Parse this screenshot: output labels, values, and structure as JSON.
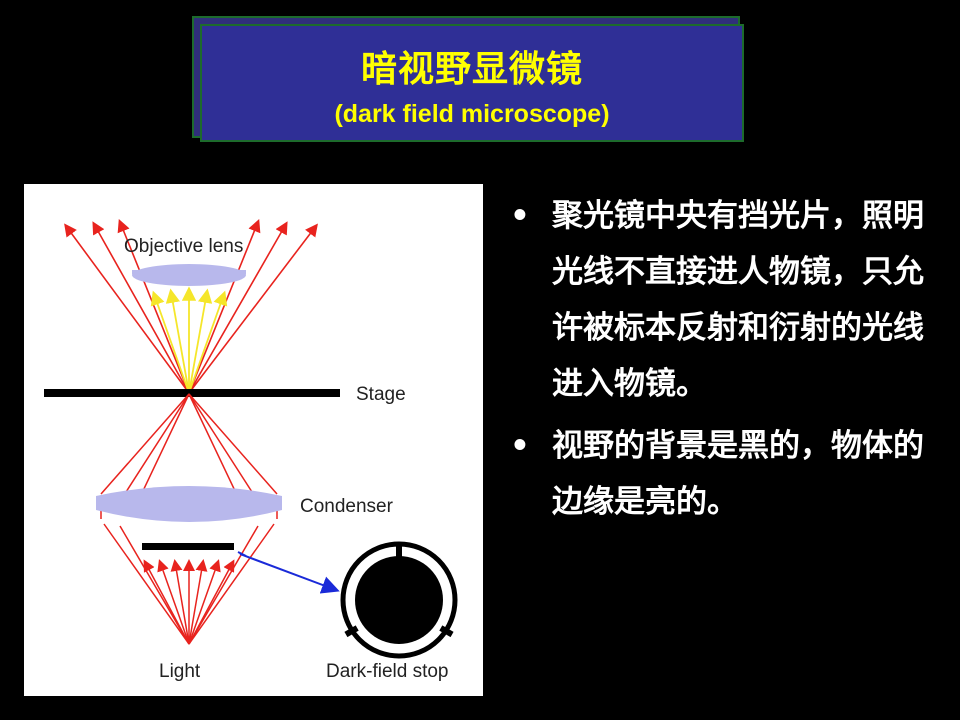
{
  "title": {
    "main": "暗视野显微镜",
    "subtitle": "(dark field microscope)"
  },
  "diagram": {
    "labels": {
      "objective": "Objective lens",
      "stage": "Stage",
      "condenser": "Condenser",
      "light": "Light",
      "stop": "Dark-field stop"
    },
    "colors": {
      "rays": "#e8231e",
      "yellow_rays": "#f5e62a",
      "lens": "#b8b8ec",
      "pointer": "#1a2ad8"
    }
  },
  "bullets": [
    {
      "marker": "•",
      "text": "聚光镜中央有挡光片，照明光线不直接进人物镜，只允许被标本反射和衍射的光线进入物镜。"
    },
    {
      "marker": "•",
      "text": "视野的背景是黑的，物体的边缘是亮的。"
    }
  ],
  "colors": {
    "background": "#000000",
    "title_bg": "#2f2f96",
    "title_text": "#ffff00",
    "body_text": "#ffffff"
  }
}
